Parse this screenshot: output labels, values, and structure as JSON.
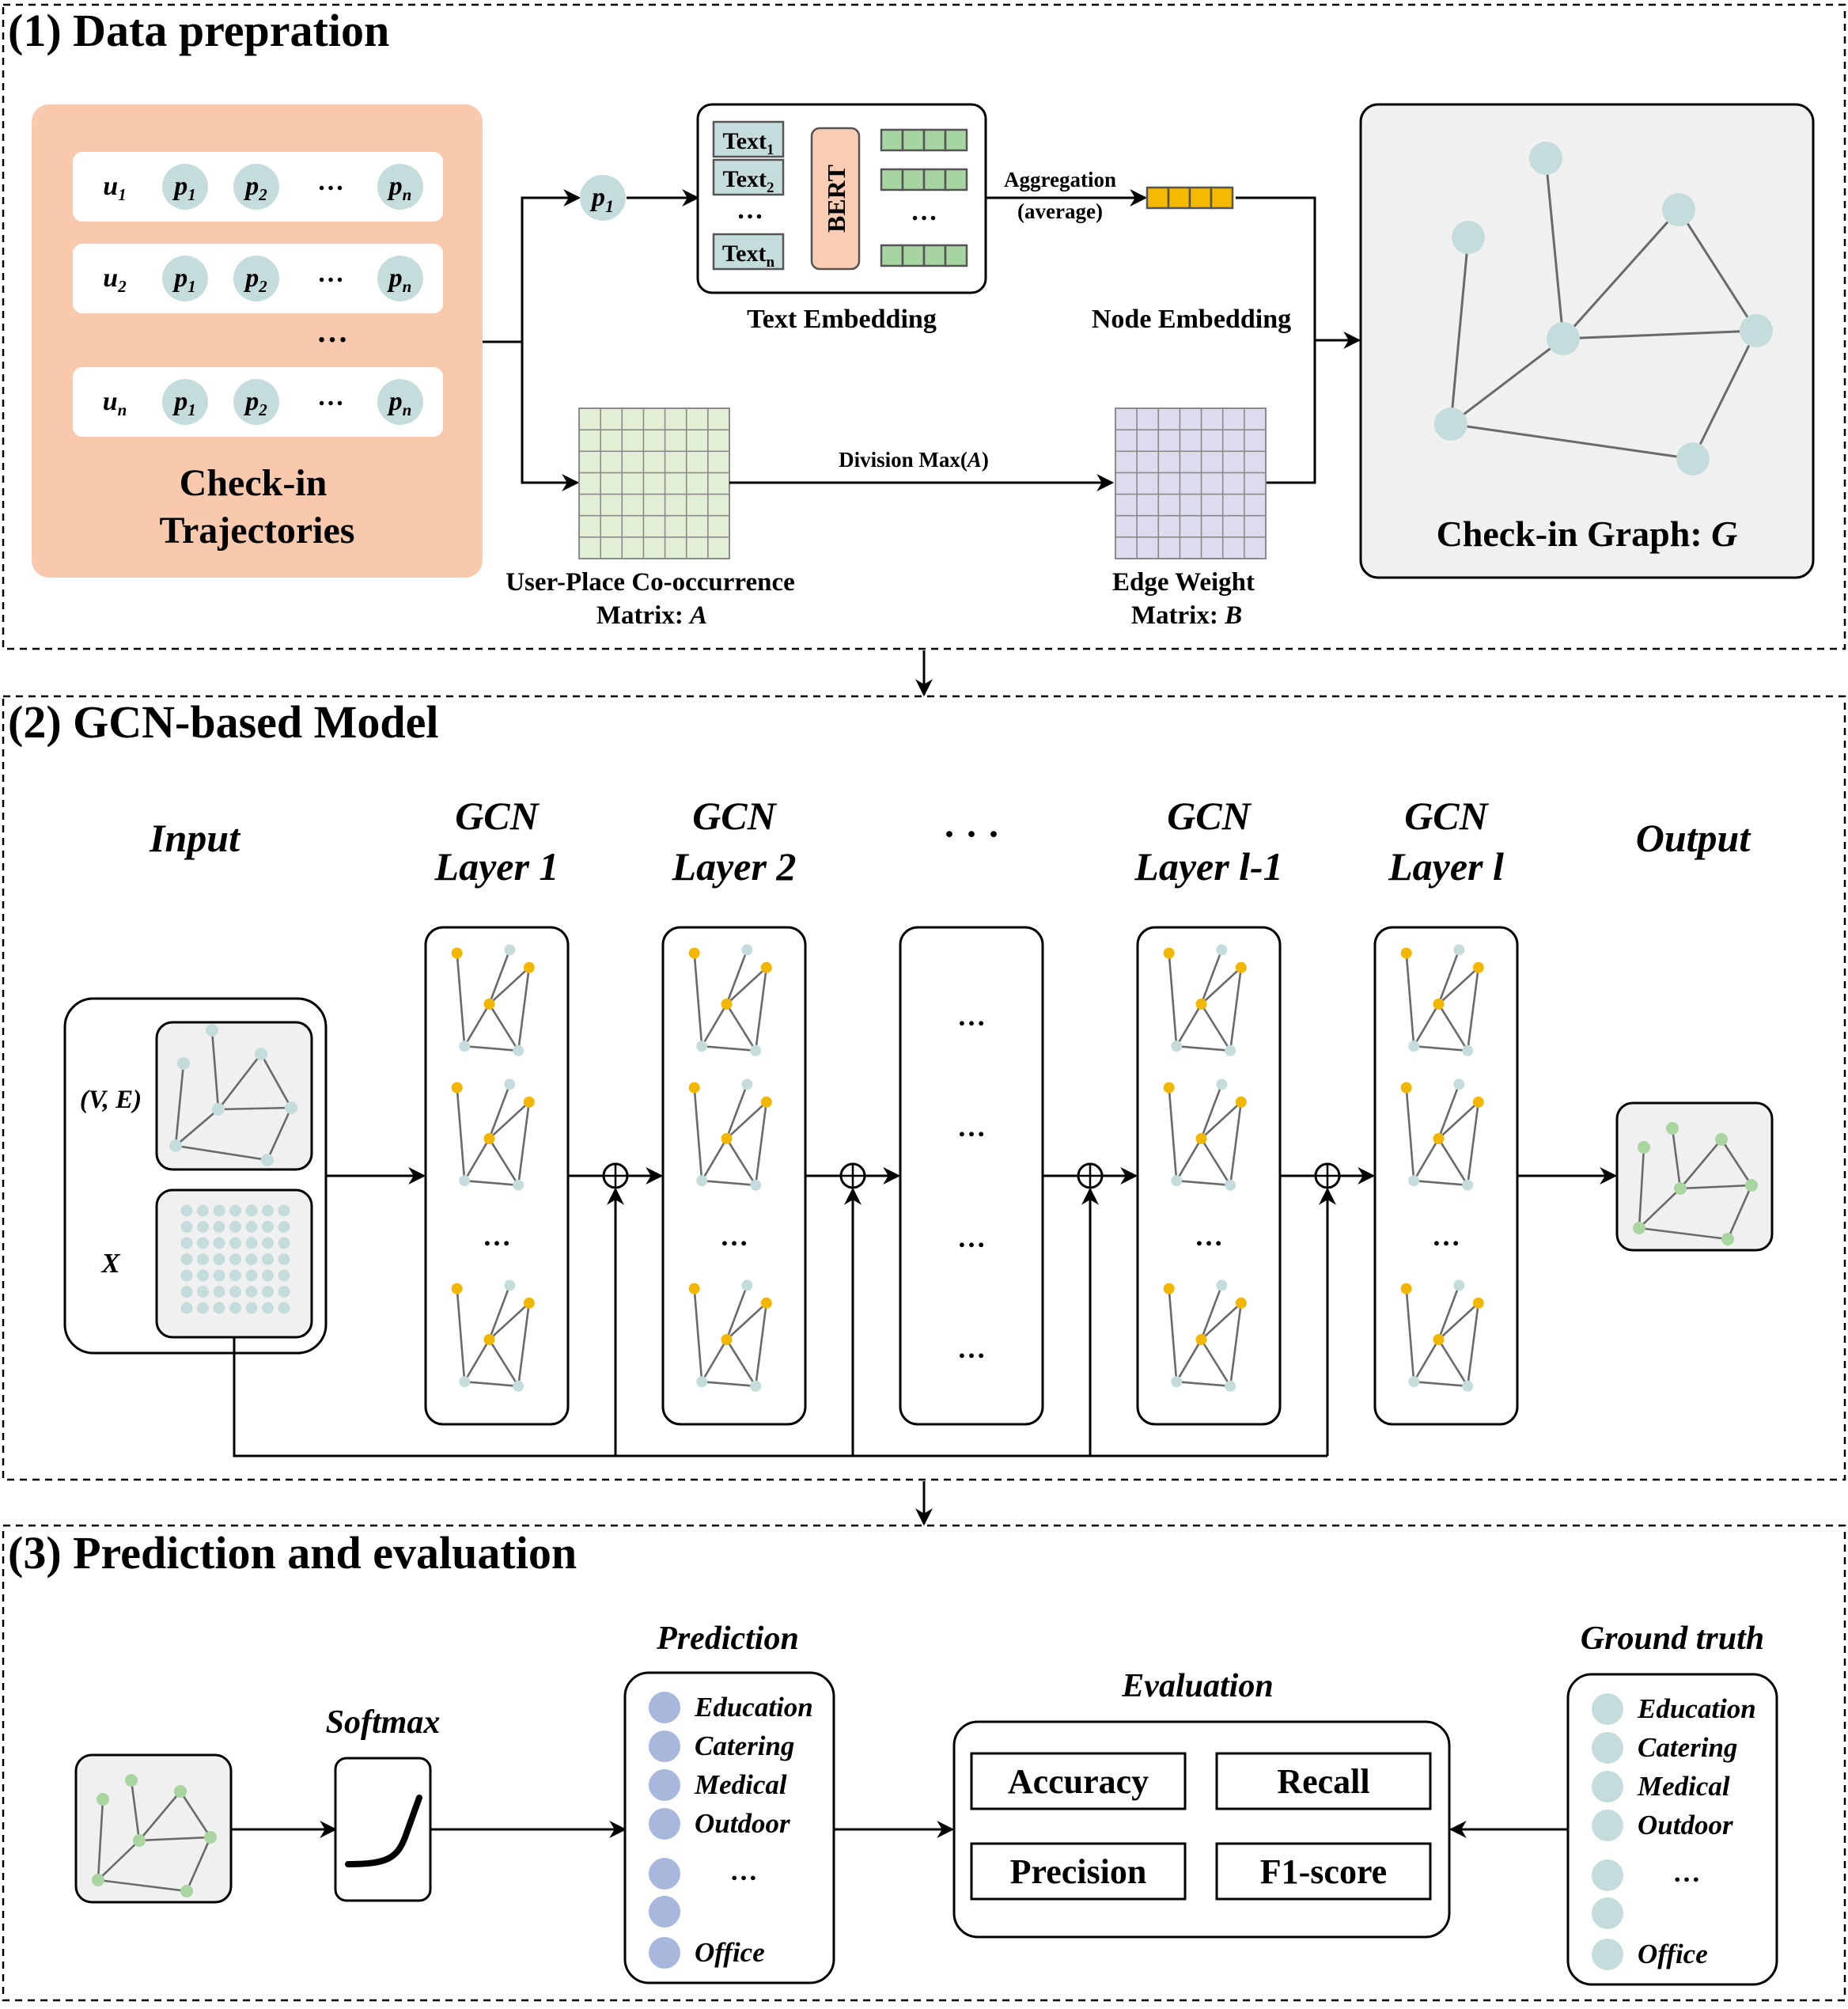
{
  "sections": {
    "s1_title": "(1) Data prepration",
    "s2_title": "(2) GCN-based Model",
    "s3_title": "(3) Prediction and evaluation"
  },
  "trajectories": {
    "users": [
      "u",
      "u",
      "u"
    ],
    "user_subs": [
      "1",
      "2",
      "n"
    ],
    "places": [
      "p",
      "p",
      "…",
      "p"
    ],
    "place_subs": [
      "1",
      "2",
      "",
      "n"
    ],
    "ellipsis": "…",
    "label_line1": "Check-in",
    "label_line2": "Trajectories"
  },
  "text_embedding": {
    "node": "p",
    "node_sub": "1",
    "texts": [
      "Text",
      "Text",
      "Text"
    ],
    "text_subs": [
      "1",
      "2",
      "n"
    ],
    "dots": "…",
    "bert": "BERT",
    "label": "Text Embedding"
  },
  "aggregation": {
    "line1": "Aggregation",
    "line2": "(average)"
  },
  "node_embedding": {
    "label": "Node Embedding"
  },
  "matrices": {
    "a_line1": "User-Place Co-occurrence",
    "a_line2": "Matrix: ",
    "a_sym": "A",
    "division": "Division Max(",
    "division_sym": "A",
    "division_end": ")",
    "b_line1": "Edge Weight",
    "b_line2": "Matrix: ",
    "b_sym": "B"
  },
  "checkin_graph": {
    "label": "Check-in Graph: ",
    "sym": "G"
  },
  "gcn": {
    "input": "Input",
    "output": "Output",
    "ve": "(V, E)",
    "x": "X",
    "layers": [
      {
        "line1": "GCN",
        "line2": "Layer 1"
      },
      {
        "line1": "GCN",
        "line2": "Layer 2"
      },
      {
        "line1": "GCN",
        "line2": "Layer l-1"
      },
      {
        "line1": "GCN",
        "line2": "Layer l"
      }
    ],
    "dots_header": "· · ·",
    "dots": "…"
  },
  "prediction": {
    "softmax": "Softmax",
    "prediction_title": "Prediction",
    "evaluation_title": "Evaluation",
    "ground_truth_title": "Ground truth",
    "categories": [
      "Education",
      "Catering",
      "Medical",
      "Outdoor",
      "…",
      "Office"
    ],
    "metrics": [
      "Accuracy",
      "Recall",
      "Precision",
      "F1-score"
    ]
  },
  "colors": {
    "peach": "#f9c9ad",
    "node_teal": "#c4dddc",
    "node_yellow": "#f2b705",
    "node_green": "#a9d5a0",
    "embed_green": "#a7d5a1",
    "embed_orange": "#f5b900",
    "grid_green": "#e3efd5",
    "grid_purple": "#dcdcee",
    "panel_grey": "#f0f0f0",
    "pred_blue": "#a8b8dd",
    "bert_fill": "#f9cdb3"
  }
}
